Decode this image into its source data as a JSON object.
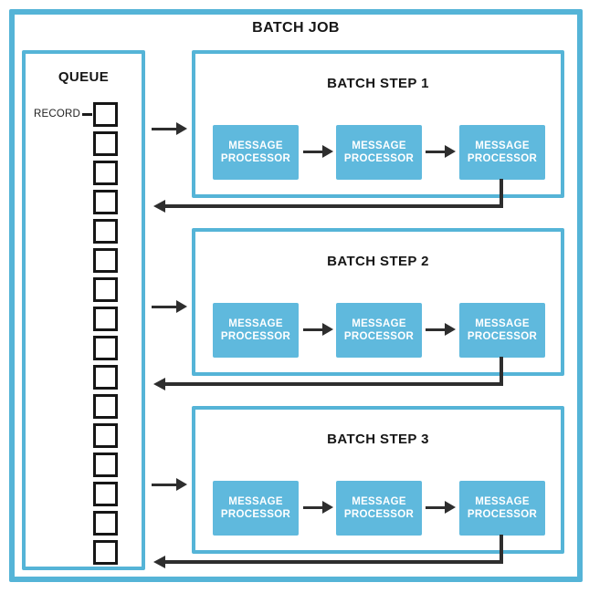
{
  "title": "BATCH JOB",
  "queue": {
    "title": "QUEUE",
    "record_label": "RECORD",
    "record_count": 16
  },
  "steps": [
    {
      "title": "BATCH STEP 1",
      "processors": [
        "MESSAGE PROCESSOR",
        "MESSAGE PROCESSOR",
        "MESSAGE PROCESSOR"
      ]
    },
    {
      "title": "BATCH STEP 2",
      "processors": [
        "MESSAGE PROCESSOR",
        "MESSAGE PROCESSOR",
        "MESSAGE PROCESSOR"
      ]
    },
    {
      "title": "BATCH STEP 3",
      "processors": [
        "MESSAGE PROCESSOR",
        "MESSAGE PROCESSOR",
        "MESSAGE PROCESSOR"
      ]
    }
  ],
  "colors": {
    "border_teal": "#55b4d7",
    "processor_fill": "#5fb9dd",
    "arrow_black": "#2e2e2e"
  }
}
